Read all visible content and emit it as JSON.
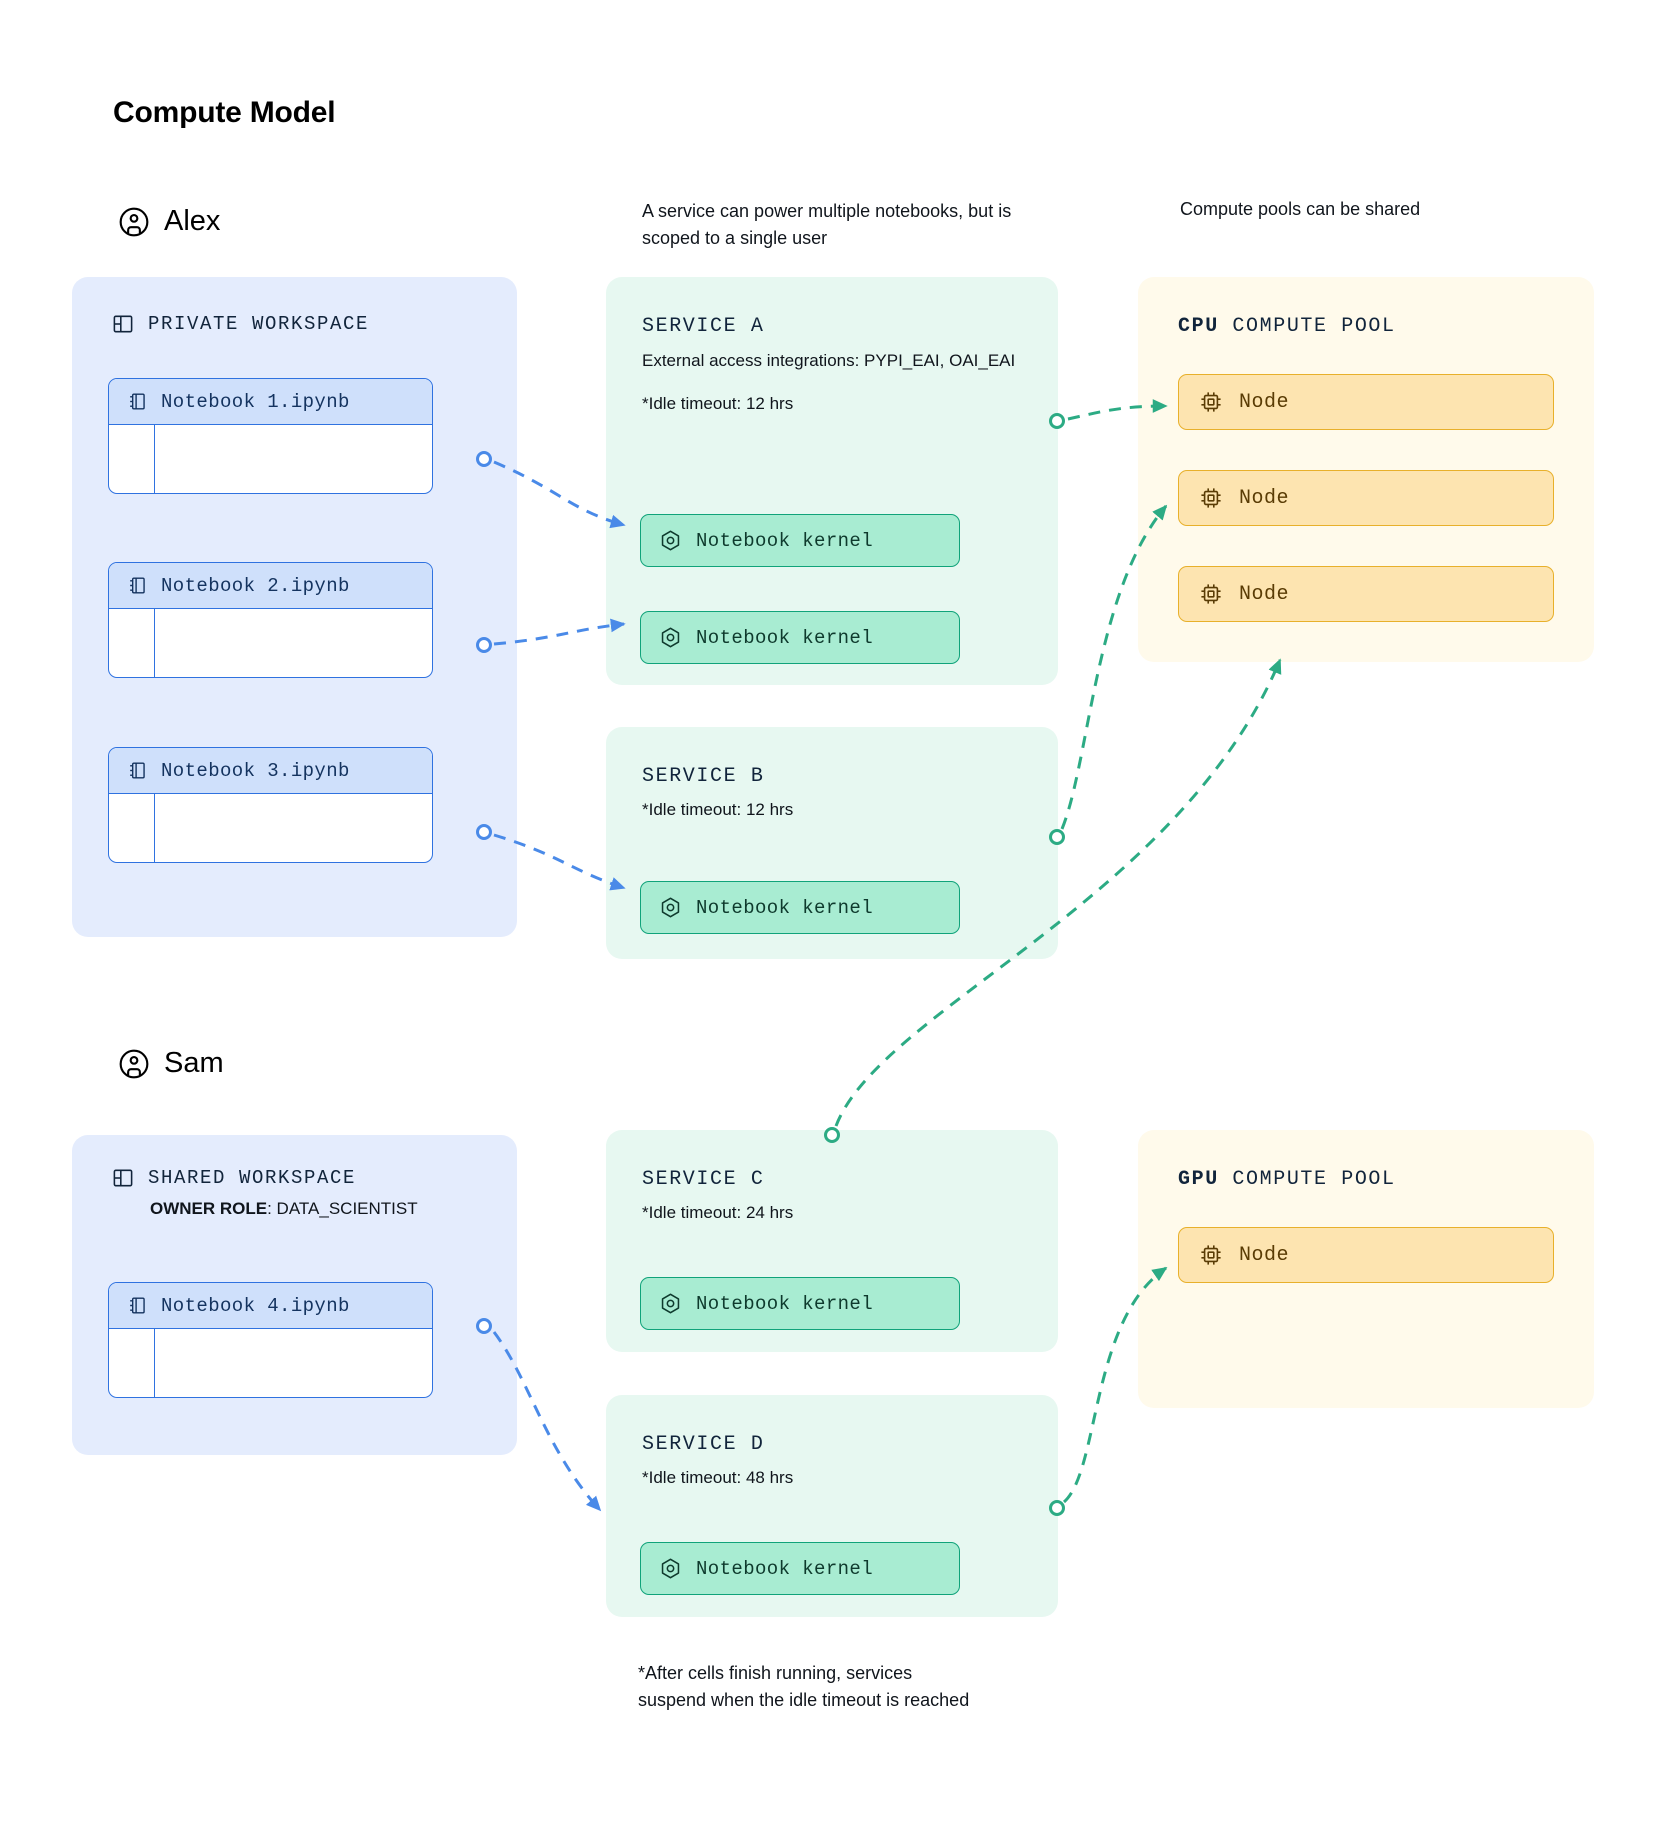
{
  "title": "Compute Model",
  "colors": {
    "workspace_bg": "#e4ecfd",
    "notebook_border": "#2f72e0",
    "service_bg": "#e7f8f1",
    "kernel_bg": "#a8ecd2",
    "kernel_border": "#10a37a",
    "pool_bg": "#fffaeb",
    "node_bg": "#fde4b0",
    "node_border": "#e8b02b",
    "blue_wire": "#4a8ae8",
    "green_wire": "#2cab84"
  },
  "notes": {
    "service_scope": "A service can power multiple notebooks, but is scoped to a single user",
    "pool_shared": "Compute pools can be shared",
    "idle_footnote": "*After cells finish running, services suspend when the idle timeout is reached"
  },
  "users": [
    {
      "name": "Alex",
      "icon": "user-circle-icon"
    },
    {
      "name": "Sam",
      "icon": "user-circle-icon"
    }
  ],
  "workspaces": [
    {
      "title": "PRIVATE WORKSPACE",
      "icon": "panel-layout-icon",
      "owner_role_label": "",
      "owner_role_value": "",
      "notebooks": [
        {
          "name": "Notebook 1.ipynb",
          "icon": "notebook-icon"
        },
        {
          "name": "Notebook 2.ipynb",
          "icon": "notebook-icon"
        },
        {
          "name": "Notebook 3.ipynb",
          "icon": "notebook-icon"
        }
      ]
    },
    {
      "title": "SHARED WORKSPACE",
      "icon": "panel-layout-icon",
      "owner_role_label": "OWNER ROLE",
      "owner_role_value": ": DATA_SCIENTIST",
      "notebooks": [
        {
          "name": "Notebook 4.ipynb",
          "icon": "notebook-icon"
        }
      ]
    }
  ],
  "services": [
    {
      "title": "SERVICE A",
      "integrations": "External access integrations: PYPI_EAI, OAI_EAI",
      "timeout": "*Idle timeout: 12 hrs",
      "kernels": [
        "Notebook kernel",
        "Notebook kernel"
      ]
    },
    {
      "title": "SERVICE B",
      "integrations": "",
      "timeout": "*Idle timeout: 12 hrs",
      "kernels": [
        "Notebook kernel"
      ]
    },
    {
      "title": "SERVICE C",
      "integrations": "",
      "timeout": "*Idle timeout: 24 hrs",
      "kernels": [
        "Notebook kernel"
      ]
    },
    {
      "title": "SERVICE D",
      "integrations": "",
      "timeout": "*Idle timeout: 48 hrs",
      "kernels": [
        "Notebook kernel"
      ]
    }
  ],
  "pools": [
    {
      "kind": "CPU",
      "suffix": " COMPUTE POOL",
      "nodes": [
        "Node",
        "Node",
        "Node"
      ],
      "node_icon": "cpu-chip-icon"
    },
    {
      "kind": "GPU",
      "suffix": " COMPUTE POOL",
      "nodes": [
        "Node"
      ],
      "node_icon": "cpu-chip-icon"
    }
  ]
}
